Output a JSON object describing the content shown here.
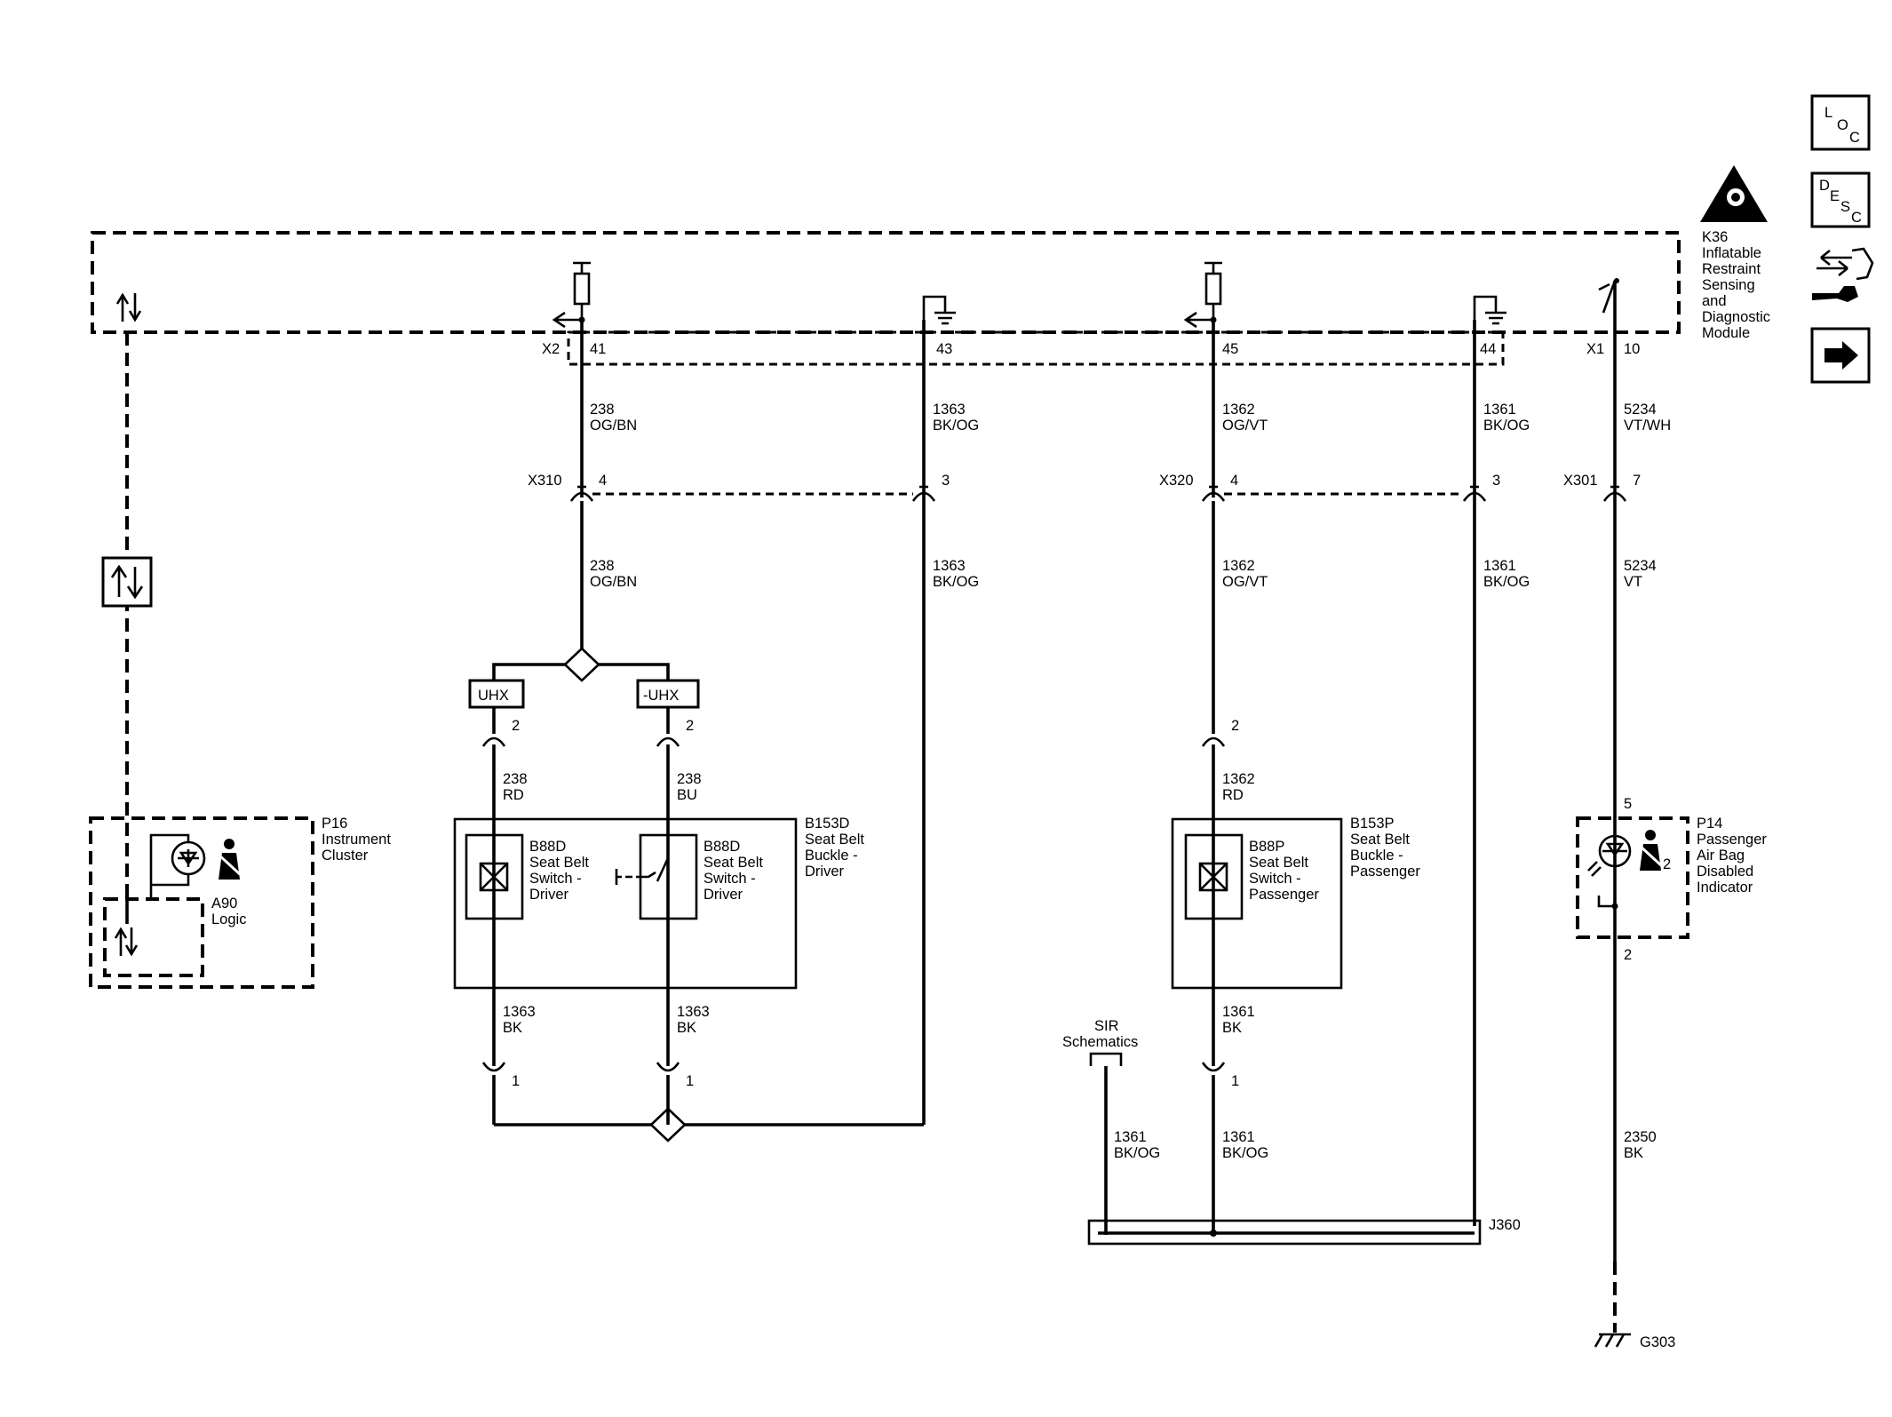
{
  "side_buttons": [
    {
      "icon": "loc-icon",
      "letters": [
        "L",
        "O",
        "C"
      ]
    },
    {
      "icon": "desc-icon",
      "letters": [
        "D",
        "E",
        "S",
        "C"
      ]
    },
    {
      "icon": "connector-views-icon"
    },
    {
      "icon": "next-page-arrow-icon"
    }
  ],
  "modules": {
    "k36": {
      "id": "K36",
      "lines": [
        "Inflatable",
        "Restraint",
        "Sensing",
        "and",
        "Diagnostic",
        "Module"
      ],
      "icon": "airbag-warning-icon"
    },
    "p16": {
      "id": "P16",
      "lines": [
        "Instrument",
        "Cluster"
      ]
    },
    "a90": {
      "id": "A90",
      "lines": [
        "Logic"
      ]
    },
    "b153d": {
      "id": "B153D",
      "lines": [
        "Seat Belt",
        "Buckle -",
        "Driver"
      ]
    },
    "b153p": {
      "id": "B153P",
      "lines": [
        "Seat Belt",
        "Buckle -",
        "Passenger"
      ]
    },
    "b88d_1": {
      "id": "B88D",
      "lines": [
        "Seat Belt",
        "Switch -",
        "Driver"
      ]
    },
    "b88d_2": {
      "id": "B88D",
      "lines": [
        "Seat Belt",
        "Switch -",
        "Driver"
      ]
    },
    "b88p": {
      "id": "B88P",
      "lines": [
        "Seat Belt",
        "Switch -",
        "Passenger"
      ]
    },
    "p14": {
      "id": "P14",
      "lines": [
        "Passenger",
        "Air Bag",
        "Disabled",
        "Indicator"
      ]
    },
    "sir": {
      "lines": [
        "SIR",
        "Schematics"
      ]
    }
  },
  "connectors": {
    "x2": "X2",
    "x1": "X1",
    "x310": "X310",
    "x320": "X320",
    "x301": "X301",
    "j360": "J360",
    "g303": "G303",
    "uhx": "UHX",
    "neg_uhx": "-UHX"
  },
  "pins": {
    "k36_41": "41",
    "k36_43": "43",
    "k36_45": "45",
    "k36_44": "44",
    "k36_10": "10",
    "x310_4": "4",
    "x310_3": "3",
    "x320_4": "4",
    "x320_3": "3",
    "x301_7": "7",
    "bd_uhx_2": "2",
    "bd_nuhx_2": "2",
    "bp_2": "2",
    "bd_1a": "1",
    "bd_1b": "1",
    "bp_1": "1",
    "p14_5": "5",
    "p14_2": "2",
    "p14_bulb": "2"
  },
  "wires": [
    {
      "circuit": "238",
      "color": "OG/BN"
    },
    {
      "circuit": "1363",
      "color": "BK/OG"
    },
    {
      "circuit": "1362",
      "color": "OG/VT"
    },
    {
      "circuit": "1361",
      "color": "BK/OG"
    },
    {
      "circuit": "5234",
      "color": "VT/WH"
    },
    {
      "circuit": "238",
      "color": "OG/BN"
    },
    {
      "circuit": "1363",
      "color": "BK/OG"
    },
    {
      "circuit": "1362",
      "color": "OG/VT"
    },
    {
      "circuit": "1361",
      "color": "BK/OG"
    },
    {
      "circuit": "5234",
      "color": "VT"
    },
    {
      "circuit": "238",
      "color": "RD"
    },
    {
      "circuit": "238",
      "color": "BU"
    },
    {
      "circuit": "1362",
      "color": "RD"
    },
    {
      "circuit": "1363",
      "color": "BK"
    },
    {
      "circuit": "1363",
      "color": "BK"
    },
    {
      "circuit": "1361",
      "color": "BK"
    },
    {
      "circuit": "1361",
      "color": "BK/OG"
    },
    {
      "circuit": "1361",
      "color": "BK/OG"
    },
    {
      "circuit": "2350",
      "color": "BK"
    }
  ]
}
